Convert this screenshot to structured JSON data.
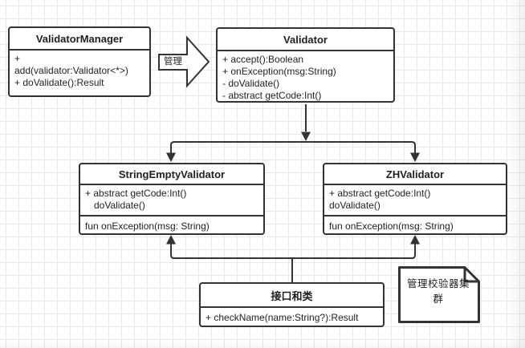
{
  "canvas": {
    "background": "#ffffff",
    "grid_color": "#e9e9e9",
    "stroke_color": "#333333",
    "text_color": "#1f1f1f"
  },
  "classes": {
    "validator_manager": {
      "title": "ValidatorManager",
      "members": [
        "+",
        "add(validator:Validator<*>)",
        "+ doValidate():Result"
      ]
    },
    "validator": {
      "title": "Validator",
      "members": [
        "+ accept():Boolean",
        "+ onException(msg:String)",
        "- doValidate()",
        "- abstract getCode:Int()"
      ]
    },
    "string_empty_validator": {
      "title": "StringEmptyValidator",
      "operations": [
        "+ abstract getCode:Int()",
        "doValidate()"
      ],
      "functions": [
        "fun onException(msg: String)"
      ]
    },
    "zh_validator": {
      "title": "ZHValidator",
      "operations": [
        "+ abstract getCode:Int()",
        "doValidate()"
      ],
      "functions": [
        "fun onException(msg: String)"
      ]
    },
    "interface_and_class": {
      "title": "接口和类",
      "members": [
        "+ checkName(name:String?):Result"
      ]
    }
  },
  "labels": {
    "manage_arrow": "管理"
  },
  "note": {
    "text": "管理校验器集群"
  }
}
